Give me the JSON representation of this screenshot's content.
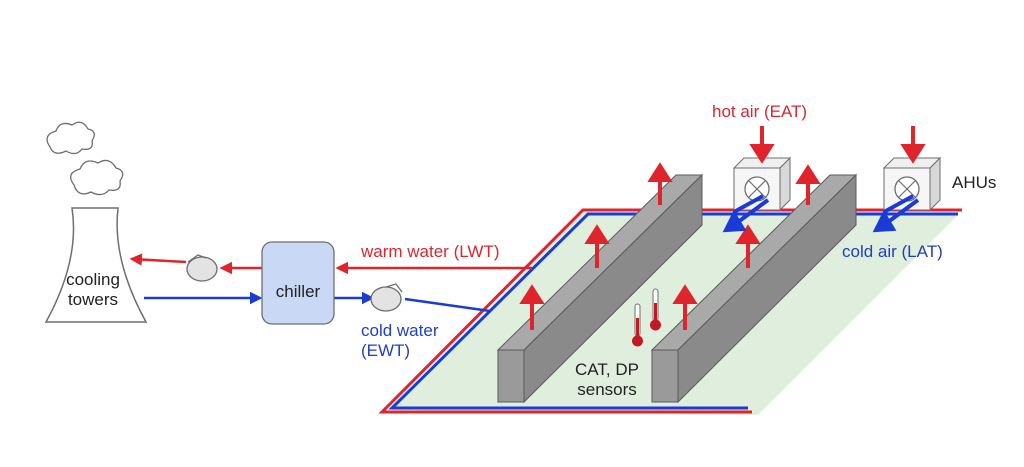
{
  "labels": {
    "cooling_towers": [
      "cooling",
      "towers"
    ],
    "chiller": "chiller",
    "warm_water": "warm water (LWT)",
    "cold_water": [
      "cold water",
      "(EWT)"
    ],
    "hot_air": "hot air (EAT)",
    "ahus": "AHUs",
    "cold_air": "cold air (LAT)",
    "sensors": [
      "CAT, DP",
      "sensors"
    ]
  },
  "colors": {
    "hot": "#e0242b",
    "cold": "#1a3bd6",
    "floor": "#dfeedd",
    "rack": "#8c8c8c",
    "chiller_fill": "#c9d8f5",
    "outline": "#6e6e6e"
  },
  "icons": [
    "cloud-icon",
    "pump-icon",
    "fan-icon",
    "thermometer-icon",
    "arrow-icon"
  ]
}
